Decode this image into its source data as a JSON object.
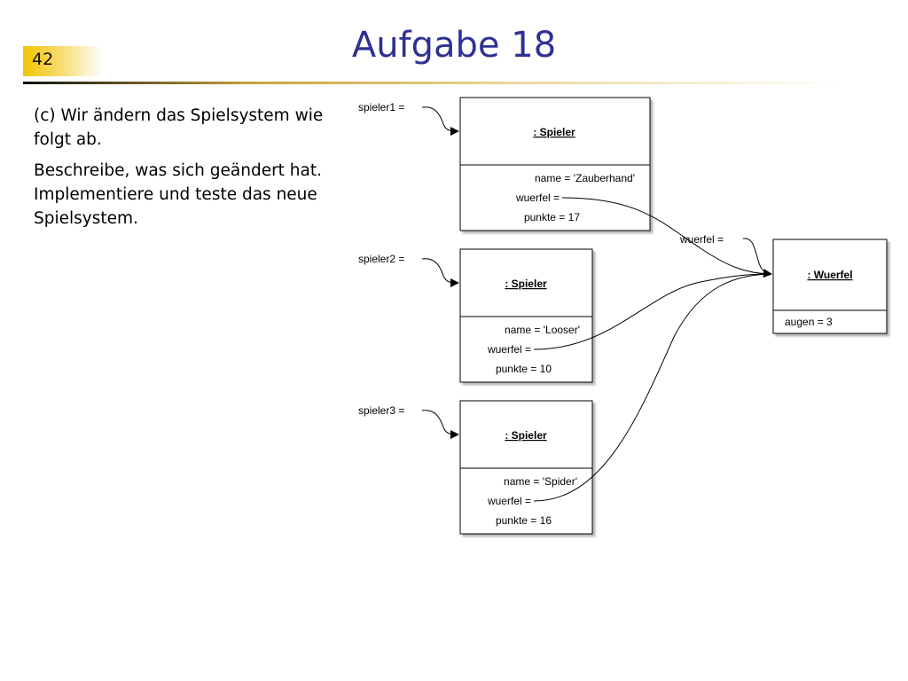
{
  "slide": {
    "number": "42",
    "title": "Aufgabe 18"
  },
  "text": {
    "paragraph1": "(c) Wir ändern das Spielsystem wie folgt ab.",
    "paragraph2": "Beschreibe, was sich geändert hat. Implementiere und teste das neue Spielsystem."
  },
  "diagram": {
    "players": [
      {
        "var_label": "spieler1  =",
        "title": ": Spieler",
        "name_row": "name  =  'Zauberhand'",
        "wuerfel_row": "wuerfel  =",
        "punkte_row": "punkte  =  17"
      },
      {
        "var_label": "spieler2  =",
        "title": ": Spieler",
        "name_row": "name  =  'Looser'",
        "wuerfel_row": "wuerfel  =",
        "punkte_row": "punkte  =  10"
      },
      {
        "var_label": "spieler3  =",
        "title": ": Spieler",
        "name_row": "name  =  'Spider'",
        "wuerfel_row": "wuerfel  =",
        "punkte_row": "punkte  =  16"
      }
    ],
    "wuerfel_object": {
      "var_label": "wuerfel  =",
      "title": ": Wuerfel",
      "augen_row": "augen  =  3"
    }
  }
}
